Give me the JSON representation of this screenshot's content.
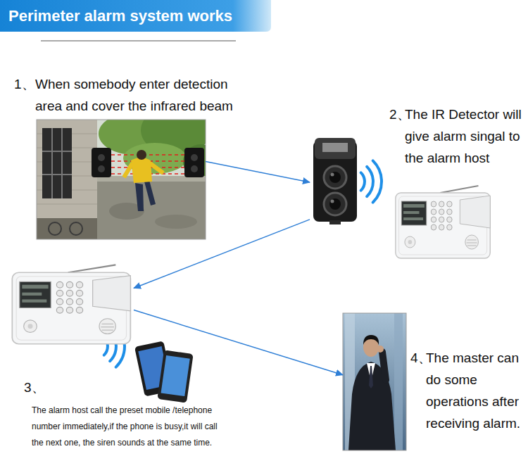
{
  "diagram": {
    "title": "Perimeter alarm system works",
    "nodes": [
      {
        "text": [
          "1、",
          "When somebody enter detection area and cover the infrared beam"
        ]
      },
      {
        "text": [
          "2、",
          "The IR Detector will give alarm singal to the alarm host"
        ]
      },
      {
        "text": [
          "3、",
          "The alarm host call the preset mobile /telephone number immediately,if the phone is busy,it will call the next one, the siren sounds at the same time."
        ]
      },
      {
        "text": [
          "4、",
          "The master can do some operations after receiving alarm."
        ]
      }
    ],
    "edges": [
      {
        "from": 0,
        "to": 1,
        "arrow": "to"
      },
      {
        "from": 1,
        "to": 2,
        "arrow": "to"
      },
      {
        "from": 2,
        "to": 3,
        "arrow": "to"
      }
    ]
  }
}
